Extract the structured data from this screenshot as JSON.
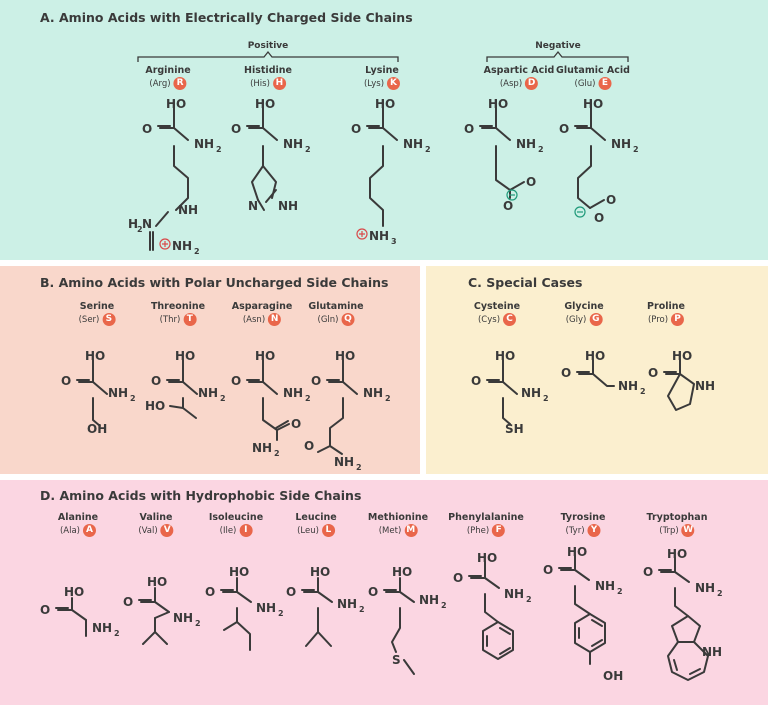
{
  "sections": {
    "a": "A.   Amino Acids with Electrically Charged Side Chains",
    "b": "B.   Amino Acids with Polar Uncharged Side Chains",
    "c": "C.   Special Cases",
    "d": "D.   Amino Acids with Hydrophobic Side Chains"
  },
  "groups": {
    "positive": "Positive",
    "negative": "Negative"
  },
  "amino_acids": {
    "arg": {
      "name": "Arginine",
      "abbr": "(Arg)",
      "code": "R"
    },
    "his": {
      "name": "Histidine",
      "abbr": "(His)",
      "code": "H"
    },
    "lys": {
      "name": "Lysine",
      "abbr": "(Lys)",
      "code": "K"
    },
    "asp": {
      "name": "Aspartic Acid",
      "abbr": "(Asp)",
      "code": "D"
    },
    "glu": {
      "name": "Glutamic Acid",
      "abbr": "(Glu)",
      "code": "E"
    },
    "ser": {
      "name": "Serine",
      "abbr": "(Ser)",
      "code": "S"
    },
    "thr": {
      "name": "Threonine",
      "abbr": "(Thr)",
      "code": "T"
    },
    "asn": {
      "name": "Asparagine",
      "abbr": "(Asn)",
      "code": "N"
    },
    "gln": {
      "name": "Glutamine",
      "abbr": "(Gln)",
      "code": "Q"
    },
    "cys": {
      "name": "Cysteine",
      "abbr": "(Cys)",
      "code": "C"
    },
    "gly": {
      "name": "Glycine",
      "abbr": "(Gly)",
      "code": "G"
    },
    "pro": {
      "name": "Proline",
      "abbr": "(Pro)",
      "code": "P"
    },
    "ala": {
      "name": "Alanine",
      "abbr": "(Ala)",
      "code": "A"
    },
    "val": {
      "name": "Valine",
      "abbr": "(Val)",
      "code": "V"
    },
    "ile": {
      "name": "Isoleucine",
      "abbr": "(Ile)",
      "code": "I"
    },
    "leu": {
      "name": "Leucine",
      "abbr": "(Leu)",
      "code": "L"
    },
    "met": {
      "name": "Methionine",
      "abbr": "(Met)",
      "code": "M"
    },
    "phe": {
      "name": "Phenylalanine",
      "abbr": "(Phe)",
      "code": "F"
    },
    "tyr": {
      "name": "Tyrosine",
      "abbr": "(Tyr)",
      "code": "Y"
    },
    "trp": {
      "name": "Tryptophan",
      "abbr": "(Trp)",
      "code": "W"
    }
  },
  "atoms": {
    "ho": "HO",
    "o": "O",
    "nh": "NH",
    "nh2": "NH",
    "nh3": "NH",
    "h2n": "H",
    "n2": "N",
    "oh": "OH",
    "sh": "SH",
    "s": "S",
    "n": "N",
    "sub2": "2",
    "sub3": "3"
  },
  "colors": {
    "panel_a": "#ccf0e6",
    "panel_b": "#f9d7cb",
    "panel_c": "#fbefcf",
    "panel_d": "#fbd6e2",
    "badge": "#e9664a",
    "positive_charge": "#d94a4a",
    "negative_charge": "#1f9a7a"
  }
}
